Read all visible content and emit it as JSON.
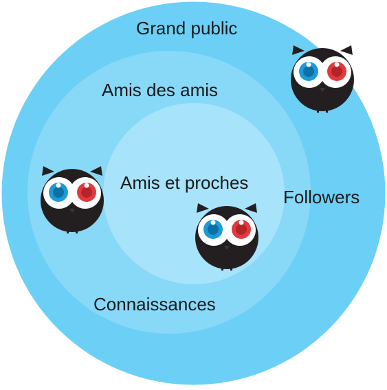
{
  "diagram": {
    "circles": {
      "outer": {
        "label": "Grand public",
        "color": "#6ccff6"
      },
      "middle": {
        "label": "Amis des amis",
        "color": "#88d8f8"
      },
      "inner": {
        "label": "Amis et proches",
        "color": "#a7e3fa"
      }
    },
    "labels": {
      "followers": "Followers",
      "connaissances": "Connaissances"
    },
    "owls": [
      {
        "name": "owl-top-right"
      },
      {
        "name": "owl-left"
      },
      {
        "name": "owl-center"
      }
    ],
    "owl_colors": {
      "body": "#231f20",
      "eye_white": "#ffffff",
      "eye_blue": "#1b9ad6",
      "eye_red": "#e03a3e"
    }
  }
}
